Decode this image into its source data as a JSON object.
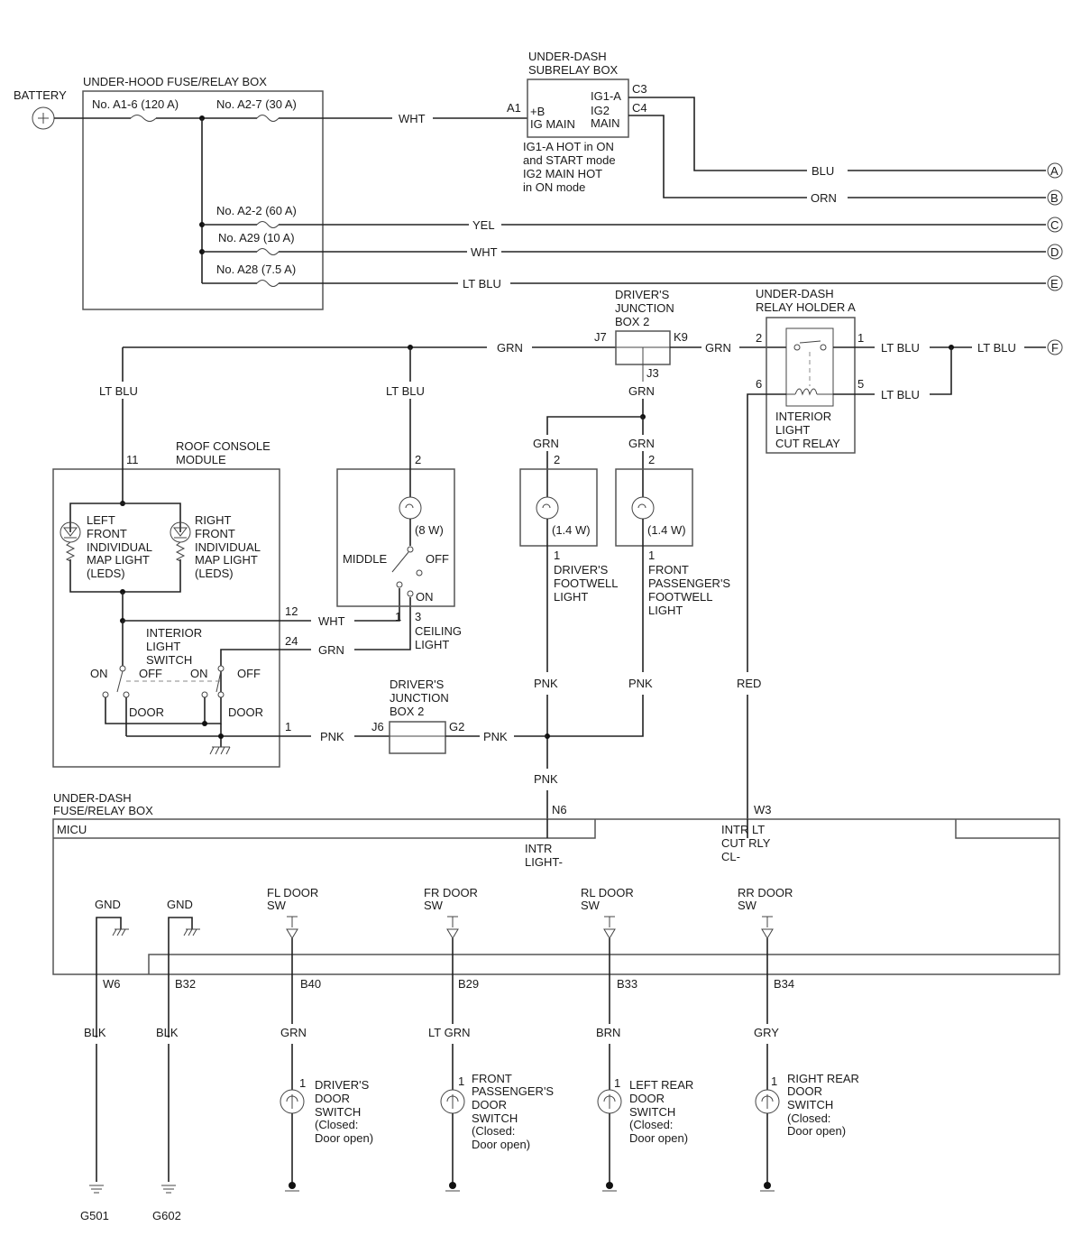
{
  "battery": "BATTERY",
  "underhood": {
    "title": "UNDER-HOOD FUSE/RELAY BOX",
    "fuse_a16": "No. A1-6 (120 A)",
    "fuse_a27": "No. A2-7 (30 A)",
    "fuse_a22": "No. A2-2 (60 A)",
    "fuse_a29": "No. A29 (10 A)",
    "fuse_a28": "No. A28 (7.5 A)"
  },
  "subrelay": {
    "title1": "UNDER-DASH",
    "title2": "SUBRELAY BOX",
    "a1": "A1",
    "b_plus": "+B",
    "ig_main": "IG MAIN",
    "ig1a": "IG1-A",
    "ig2": "IG2",
    "main": "MAIN",
    "c3": "C3",
    "c4": "C4",
    "note1": "IG1-A HOT in ON",
    "note2": "and START mode",
    "note3": "IG2 MAIN HOT",
    "note4": "in ON mode"
  },
  "wires": {
    "wht": "WHT",
    "blu": "BLU",
    "orn": "ORN",
    "yel": "YEL",
    "lt_blu": "LT BLU",
    "grn": "GRN",
    "pnk": "PNK",
    "red": "RED",
    "blk": "BLK",
    "lt_grn": "LT GRN",
    "brn": "BRN",
    "gry": "GRY"
  },
  "connectors": {
    "a": "A",
    "b": "B",
    "c": "C",
    "d": "D",
    "e": "E",
    "f": "F"
  },
  "jb2_top": {
    "t1": "DRIVER'S",
    "t2": "JUNCTION",
    "t3": "BOX 2",
    "j7": "J7",
    "k9": "K9",
    "j3": "J3"
  },
  "relay": {
    "t1": "UNDER-DASH",
    "t2": "RELAY HOLDER A",
    "p2": "2",
    "p1": "1",
    "p6": "6",
    "p5": "5",
    "l1": "INTERIOR",
    "l2": "LIGHT",
    "l3": "CUT RELAY"
  },
  "roof": {
    "t1": "ROOF CONSOLE",
    "t2": "MODULE",
    "p11": "11",
    "p12": "12",
    "p24": "24",
    "p1": "1",
    "left": [
      "LEFT",
      "FRONT",
      "INDIVIDUAL",
      "MAP LIGHT",
      "(LEDS)"
    ],
    "right": [
      "RIGHT",
      "FRONT",
      "INDIVIDUAL",
      "MAP LIGHT",
      "(LEDS)"
    ],
    "switch": [
      "INTERIOR",
      "LIGHT",
      "SWITCH"
    ],
    "on": "ON",
    "off": "OFF",
    "door": "DOOR"
  },
  "ceiling": {
    "p2": "2",
    "watt": "(8 W)",
    "middle": "MIDDLE",
    "off": "OFF",
    "on": "ON",
    "p1": "1",
    "p3": "3",
    "l1": "CEILING",
    "l2": "LIGHT"
  },
  "footwell_driver": {
    "p2": "2",
    "watt": "(1.4 W)",
    "p1": "1",
    "l1": "DRIVER'S",
    "l2": "FOOTWELL",
    "l3": "LIGHT"
  },
  "footwell_pass": {
    "p2": "2",
    "watt": "(1.4 W)",
    "p1": "1",
    "l1": "FRONT",
    "l2": "PASSENGER'S",
    "l3": "FOOTWELL",
    "l4": "LIGHT"
  },
  "jb2_bottom": {
    "t1": "DRIVER'S",
    "t2": "JUNCTION",
    "t3": "BOX 2",
    "j6": "J6",
    "g2": "G2"
  },
  "underdash": {
    "t1": "UNDER-DASH",
    "t2": "FUSE/RELAY BOX",
    "micu": "MICU",
    "n6": "N6",
    "w3": "W3",
    "intr_light1": "INTR",
    "intr_light2": "LIGHT-",
    "intr_lt1": "INTR LT",
    "intr_lt2": "CUT RLY",
    "intr_lt3": "CL-",
    "gnd": "GND",
    "fl1": "FL DOOR",
    "fl2": "SW",
    "fr1": "FR DOOR",
    "fr2": "SW",
    "rl1": "RL DOOR",
    "rl2": "SW",
    "rr1": "RR DOOR",
    "rr2": "SW",
    "w6": "W6",
    "b32": "B32",
    "b40": "B40",
    "b29": "B29",
    "b33": "B33",
    "b34": "B34"
  },
  "door_switches": {
    "pin": "1",
    "driver": [
      "DRIVER'S",
      "DOOR",
      "SWITCH",
      "(Closed:",
      "Door open)"
    ],
    "front_pass": [
      "FRONT",
      "PASSENGER'S",
      "DOOR",
      "SWITCH",
      "(Closed:",
      "Door open)"
    ],
    "left_rear": [
      "LEFT REAR",
      "DOOR",
      "SWITCH",
      "(Closed:",
      "Door open)"
    ],
    "right_rear": [
      "RIGHT REAR",
      "DOOR",
      "SWITCH",
      "(Closed:",
      "Door open)"
    ]
  },
  "grounds": {
    "g501": "G501",
    "g602": "G602"
  }
}
